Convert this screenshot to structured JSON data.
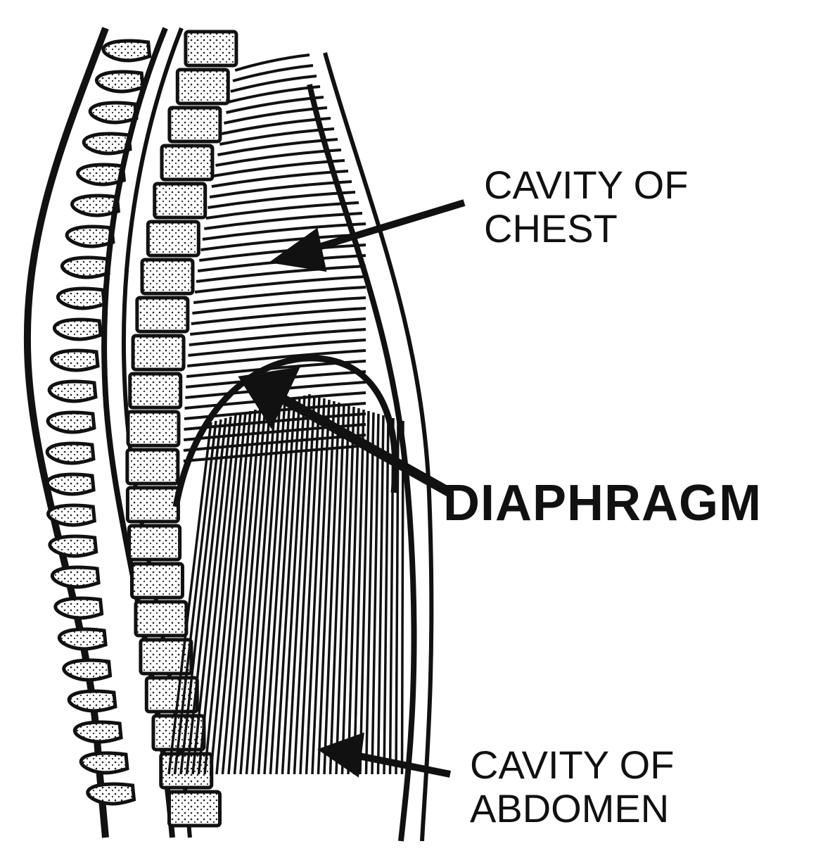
{
  "labels": {
    "chest": {
      "line1": "CAVITY OF",
      "line2": "CHEST"
    },
    "diaphragm": "DIAPHRAGM",
    "abdomen": {
      "line1": "CAVITY OF",
      "line2": "ABDOMEN"
    }
  },
  "colors": {
    "ink": "#111111",
    "background": "#ffffff"
  }
}
